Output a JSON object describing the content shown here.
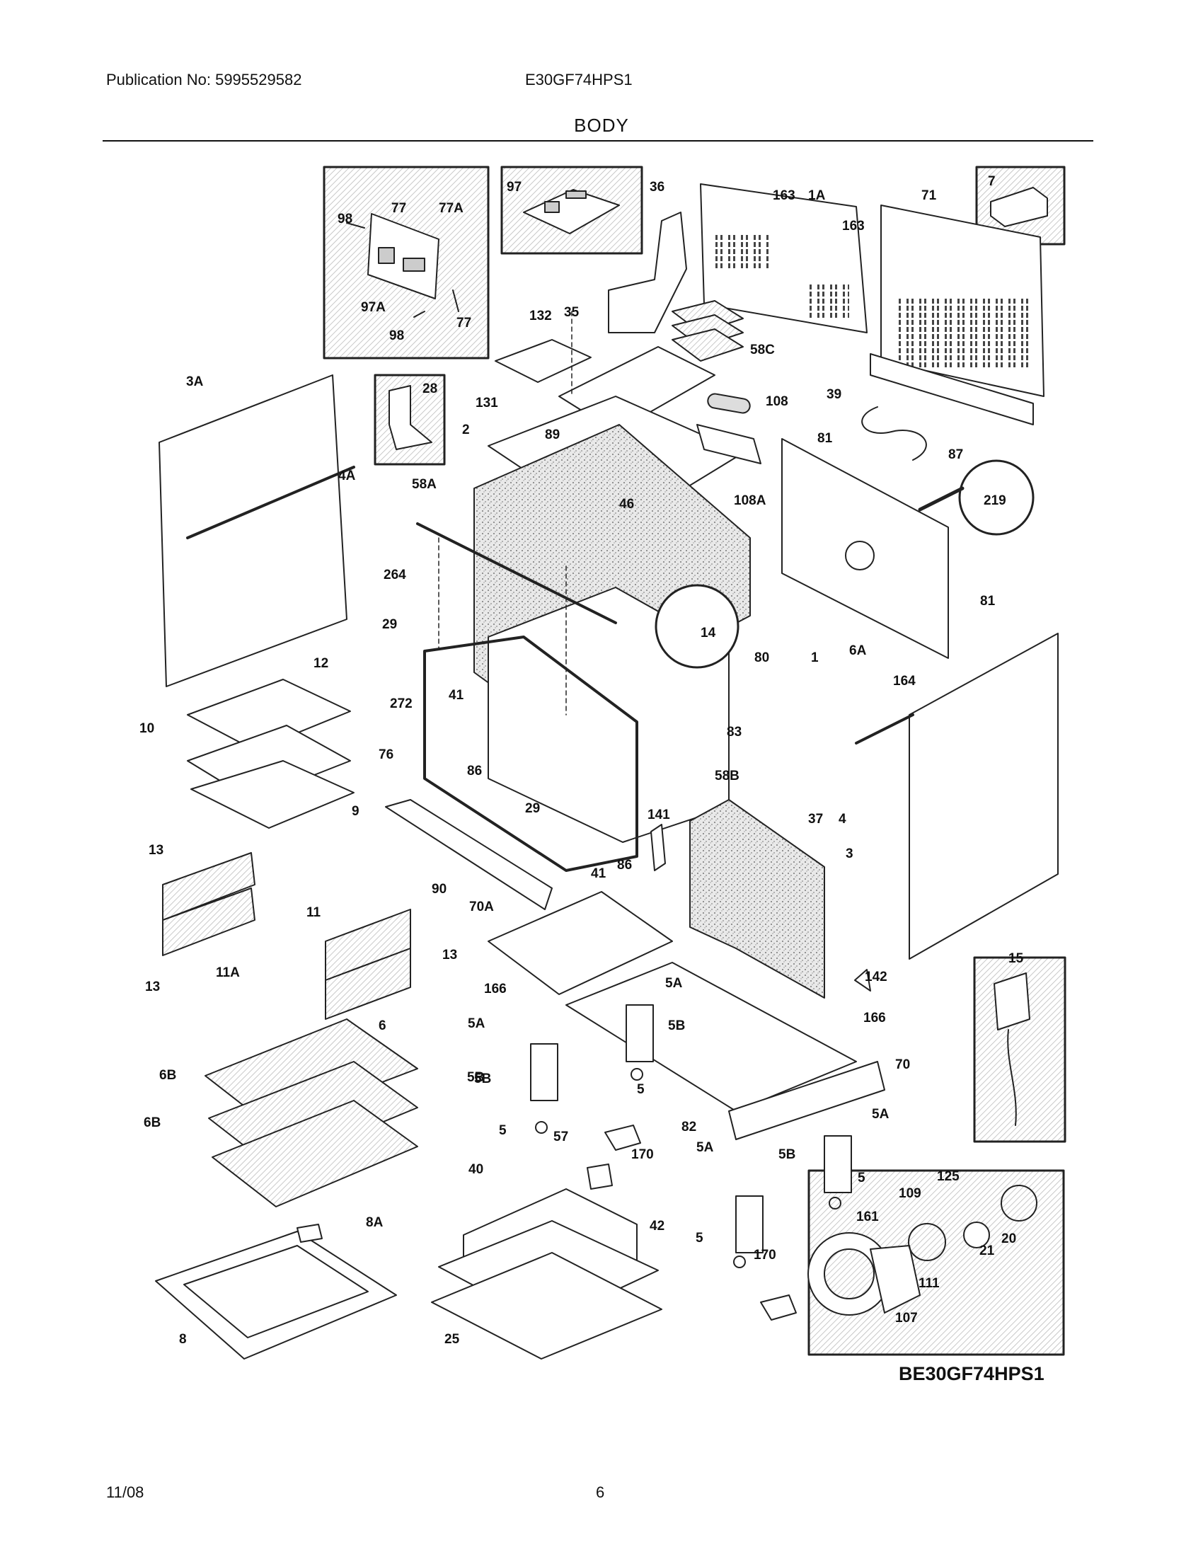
{
  "header": {
    "publication": "Publication No: 5995529582",
    "model": "E30GF74HPS1",
    "section": "BODY"
  },
  "footer": {
    "date": "11/08",
    "page": "6"
  },
  "diagram": {
    "code": "BE30GF74HPS1",
    "callouts": [
      "98",
      "77",
      "77A",
      "97A",
      "98",
      "77",
      "97",
      "36",
      "163",
      "1A",
      "163",
      "71",
      "7",
      "132",
      "35",
      "58C",
      "131",
      "28",
      "108",
      "39",
      "2",
      "89",
      "46",
      "108A",
      "81",
      "87",
      "219",
      "3A",
      "4A",
      "58A",
      "264",
      "14",
      "81",
      "29",
      "272",
      "80",
      "1",
      "6A",
      "12",
      "41",
      "164",
      "10",
      "76",
      "86",
      "83",
      "9",
      "29",
      "58B",
      "37",
      "4",
      "141",
      "3",
      "13",
      "86",
      "41",
      "90",
      "70A",
      "11",
      "13",
      "11A",
      "13",
      "15",
      "5A",
      "142",
      "166",
      "5A",
      "5B",
      "166",
      "6",
      "5B",
      "70",
      "5",
      "6B",
      "5B",
      "82",
      "5A",
      "6B",
      "5",
      "57",
      "170",
      "5A",
      "5B",
      "5",
      "40",
      "125",
      "8A",
      "42",
      "109",
      "161",
      "20",
      "21",
      "5",
      "170",
      "111",
      "107",
      "8",
      "25"
    ]
  }
}
